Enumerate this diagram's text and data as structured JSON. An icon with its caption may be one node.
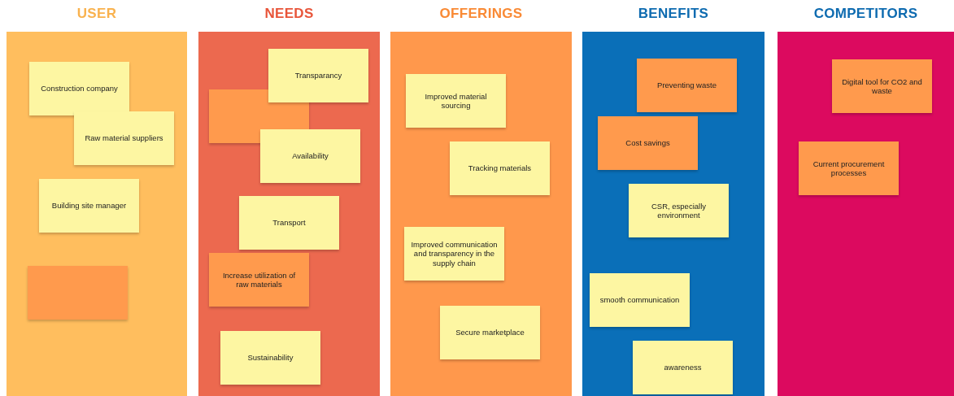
{
  "diagram": {
    "nodes": [
      {
        "text": [
          "USER"
        ]
      },
      {
        "text": [
          "Construction company"
        ],
        "in": 0
      },
      {
        "text": [
          "Raw material suppliers"
        ],
        "in": 0
      },
      {
        "text": [
          "Building site manager"
        ],
        "in": 0
      },
      {
        "text": [],
        "shape": "box",
        "in": 0
      },
      {
        "text": [
          "NEEDS"
        ]
      },
      {
        "text": [
          "Transparancy"
        ],
        "in": 5
      },
      {
        "text": [],
        "shape": "box",
        "in": 5
      },
      {
        "text": [
          "Availability"
        ],
        "in": 5
      },
      {
        "text": [
          "Transport"
        ],
        "in": 5
      },
      {
        "text": [
          "Increase utilization of raw materials"
        ],
        "in": 5
      },
      {
        "text": [
          "Sustainability"
        ],
        "in": 5
      },
      {
        "text": [
          "OFFERINGS"
        ]
      },
      {
        "text": [
          "Improved material sourcing"
        ],
        "in": 12
      },
      {
        "text": [
          "Tracking materials"
        ],
        "in": 12
      },
      {
        "text": [
          "Improved communication and transparency in the supply chain"
        ],
        "in": 12
      },
      {
        "text": [
          "Secure marketplace"
        ],
        "in": 12
      },
      {
        "text": [
          "BENEFITS"
        ]
      },
      {
        "text": [
          "Preventing waste"
        ],
        "in": 17
      },
      {
        "text": [
          "Cost savings"
        ],
        "in": 17
      },
      {
        "text": [
          "CSR, especially environment"
        ],
        "in": 17
      },
      {
        "text": [
          "smooth communication"
        ],
        "in": 17
      },
      {
        "text": [
          "awareness"
        ],
        "in": 17
      },
      {
        "text": [
          "COMPETITORS"
        ]
      },
      {
        "text": [
          "Digital tool for CO2 and waste"
        ],
        "in": 23
      },
      {
        "text": [
          "Current procurement processes"
        ],
        "in": 23
      }
    ]
  }
}
